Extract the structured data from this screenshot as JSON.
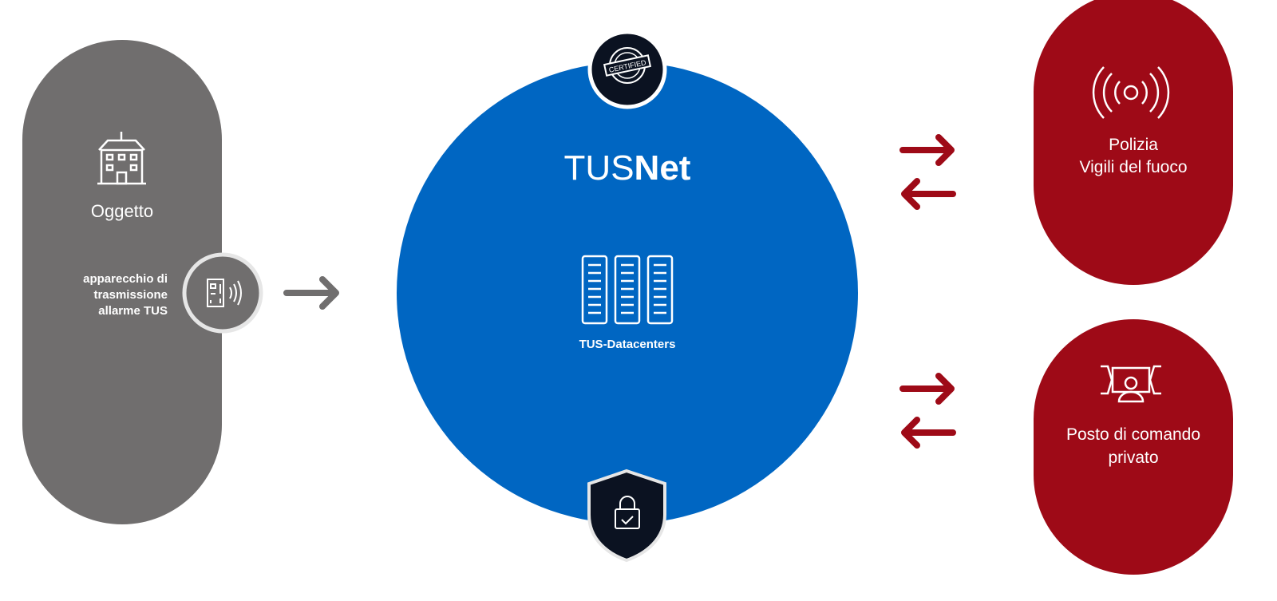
{
  "object_panel": {
    "title": "Oggetto",
    "device_label_lines": [
      "apparecchio di",
      "trasmissione",
      "allarme TUS"
    ]
  },
  "network": {
    "title_light": "TUS",
    "title_bold": "Net",
    "datacenter_label": "TUS-Datacenters",
    "badge_text": "CERTIFIED"
  },
  "recipients": [
    {
      "lines": [
        "Polizia",
        "Vigili del fuoco"
      ]
    },
    {
      "lines": [
        "Posto di comando",
        "privato"
      ]
    }
  ],
  "colors": {
    "grey": "#706e6e",
    "blue": "#0066c2",
    "red": "#9e0a17",
    "navy": "#0b1221"
  }
}
